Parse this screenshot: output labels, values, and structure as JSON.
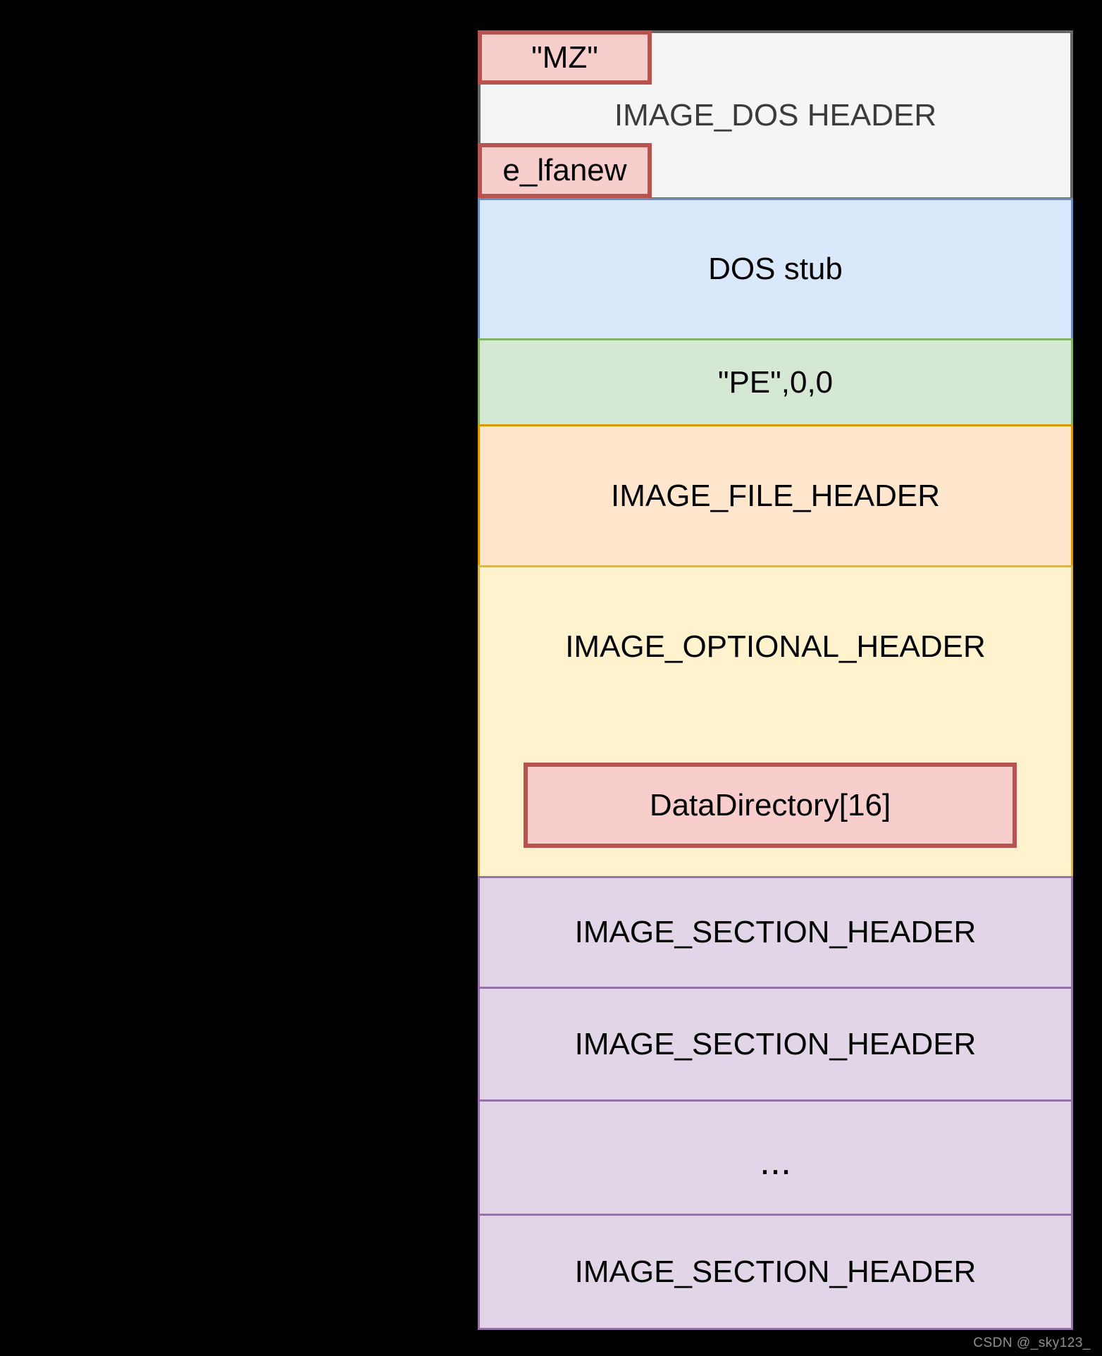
{
  "canvas": {
    "background": "#000000"
  },
  "diagram": {
    "description_blocks": {
      "dos_header": {
        "label": "IMAGE_DOS HEADER"
      },
      "dos_stub": {
        "label": "DOS stub"
      },
      "pe_signature": {
        "label": "\"PE\",0,0"
      },
      "file_header": {
        "label": "IMAGE_FILE_HEADER"
      },
      "optional_header": {
        "label": "IMAGE_OPTIONAL_HEADER"
      },
      "section_header_1": {
        "label": "IMAGE_SECTION_HEADER"
      },
      "section_header_2": {
        "label": "IMAGE_SECTION_HEADER"
      },
      "ellipsis": {
        "label": "..."
      },
      "section_header_3": {
        "label": "IMAGE_SECTION_HEADER"
      },
      "mz": {
        "label": "\"MZ\""
      },
      "e_lfanew": {
        "label": "e_lfanew"
      },
      "data_directory": {
        "label": "DataDirectory[16]"
      }
    },
    "palette": {
      "gray_fill": "#f5f5f5",
      "gray_stroke": "#666666",
      "blue_fill": "#dae8fc",
      "blue_stroke": "#6c8ebf",
      "green_fill": "#d5e8d4",
      "green_stroke": "#82b366",
      "orange_fill": "#ffe6cc",
      "orange_stroke": "#d79b00",
      "yellow_fill": "#fff2cc",
      "yellow_stroke": "#d6b656",
      "purple_fill": "#e1d5e7",
      "purple_stroke": "#9673a6",
      "red_fill": "#f8cecc",
      "red_stroke": "#b85450",
      "dos_header_text": "#3b3b3b",
      "label_text": "#000000"
    }
  },
  "watermark": {
    "text": "CSDN @_sky123_",
    "color": "#909090"
  }
}
